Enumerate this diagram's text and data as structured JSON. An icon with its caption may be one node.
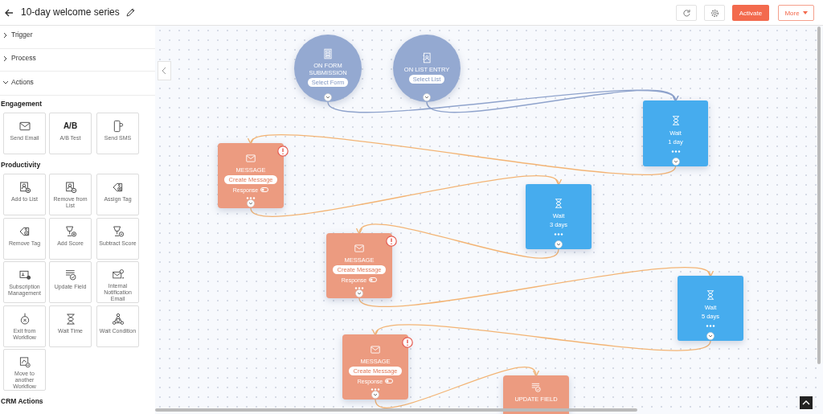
{
  "diagram": {
    "title": "10-day welcome series",
    "nodes": [
      {
        "text": [
          "ON FORM SUBMISSION",
          "Select Form"
        ]
      },
      {
        "text": [
          "ON LIST ENTRY",
          "Select List"
        ]
      },
      {
        "text": [
          "Wait",
          "1 day"
        ]
      },
      {
        "text": [
          "MESSAGE",
          "Create Message",
          "Response"
        ]
      },
      {
        "text": [
          "Wait",
          "3 days"
        ]
      },
      {
        "text": [
          "MESSAGE",
          "Create Message",
          "Response"
        ]
      },
      {
        "text": [
          "Wait",
          "5 days"
        ]
      },
      {
        "text": [
          "MESSAGE",
          "Create Message",
          "Response"
        ]
      },
      {
        "text": [
          "UPDATE FIELD"
        ]
      },
      {
        "text": [
          "Send Email"
        ]
      },
      {
        "text": [
          "A/B",
          "A/B Test"
        ]
      },
      {
        "text": [
          "Send SMS"
        ]
      },
      {
        "text": [
          "Add to List"
        ]
      },
      {
        "text": [
          "Remove from List"
        ]
      },
      {
        "text": [
          "Assign Tag"
        ]
      },
      {
        "text": [
          "Remove Tag"
        ]
      },
      {
        "text": [
          "Add Score"
        ]
      },
      {
        "text": [
          "Subtract Score"
        ]
      },
      {
        "text": [
          "Subscription Management"
        ]
      },
      {
        "text": [
          "Update Field"
        ]
      },
      {
        "text": [
          "Internal Notification Email"
        ]
      },
      {
        "text": [
          "Exit from Workflow"
        ]
      },
      {
        "text": [
          "Wait Time"
        ]
      },
      {
        "text": [
          "Wait Condition"
        ]
      },
      {
        "text": [
          "Move to another Workflow"
        ]
      }
    ],
    "edges": [
      {
        "from": 0,
        "to": 2,
        "arrow": "to",
        "color": "#8fa3cc"
      },
      {
        "from": 1,
        "to": 2,
        "arrow": "to",
        "color": "#8fa3cc"
      },
      {
        "from": 2,
        "to": 3,
        "arrow": "to"
      },
      {
        "from": 3,
        "to": 4,
        "arrow": "to"
      },
      {
        "from": 4,
        "to": 5,
        "arrow": "to"
      },
      {
        "from": 5,
        "to": 6,
        "arrow": "to"
      },
      {
        "from": 6,
        "to": 7,
        "arrow": "to"
      },
      {
        "from": 7,
        "to": 8,
        "arrow": "to"
      }
    ],
    "labels": [
      "Trigger",
      "Process",
      "Actions",
      "Engagement",
      "Productivity",
      "CRM Actions",
      "Activate",
      "More"
    ]
  }
}
